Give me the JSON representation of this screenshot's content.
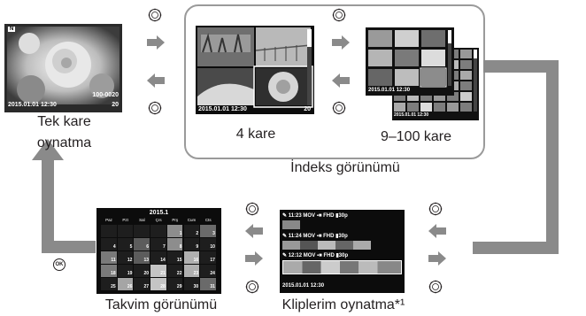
{
  "single": {
    "label": "Tek kare\noynatma",
    "badge": "N",
    "counter": "100-0020",
    "datetime": "2015.01.01 12:30",
    "frame": "20"
  },
  "index": {
    "group_label": "İndeks görünümü",
    "four_label": "4 kare",
    "multi_label": "9–100 kare",
    "four_datetime": "2015.01.01 12:30",
    "four_frame": "20",
    "multi_datetime": "2015.01.01 12:30",
    "multi_datetime2": "2015.01.01 12:30"
  },
  "calendar": {
    "label": "Takvim görünümü",
    "title": "2015.1",
    "weekdays": [
      "Paz",
      "Pzt",
      "Sal",
      "Çrs",
      "Prş",
      "Cum",
      "Cts"
    ],
    "days": [
      "",
      "",
      "",
      "",
      "1",
      "2",
      "3",
      "4",
      "5",
      "6",
      "7",
      "8",
      "9",
      "10",
      "11",
      "12",
      "13",
      "14",
      "15",
      "16",
      "17",
      "18",
      "19",
      "20",
      "21",
      "22",
      "23",
      "24",
      "25",
      "26",
      "27",
      "28",
      "29",
      "30",
      "31"
    ]
  },
  "clips": {
    "label": "Kliplerim oynatma*¹",
    "rows": [
      "11:23 MOV ▪■ FHD ▮30p",
      "11:24 MOV ▪■ FHD ▮30p",
      "12:12 MOV ▪■ FHD ▮30p"
    ],
    "datetime": "2015.01.01 12:30"
  },
  "ok_button": "OK",
  "colors": {
    "arrow_gray": "#8a8a8a",
    "frame_gray": "#9a9a9a",
    "screen_bg": "#0c0c0c"
  }
}
